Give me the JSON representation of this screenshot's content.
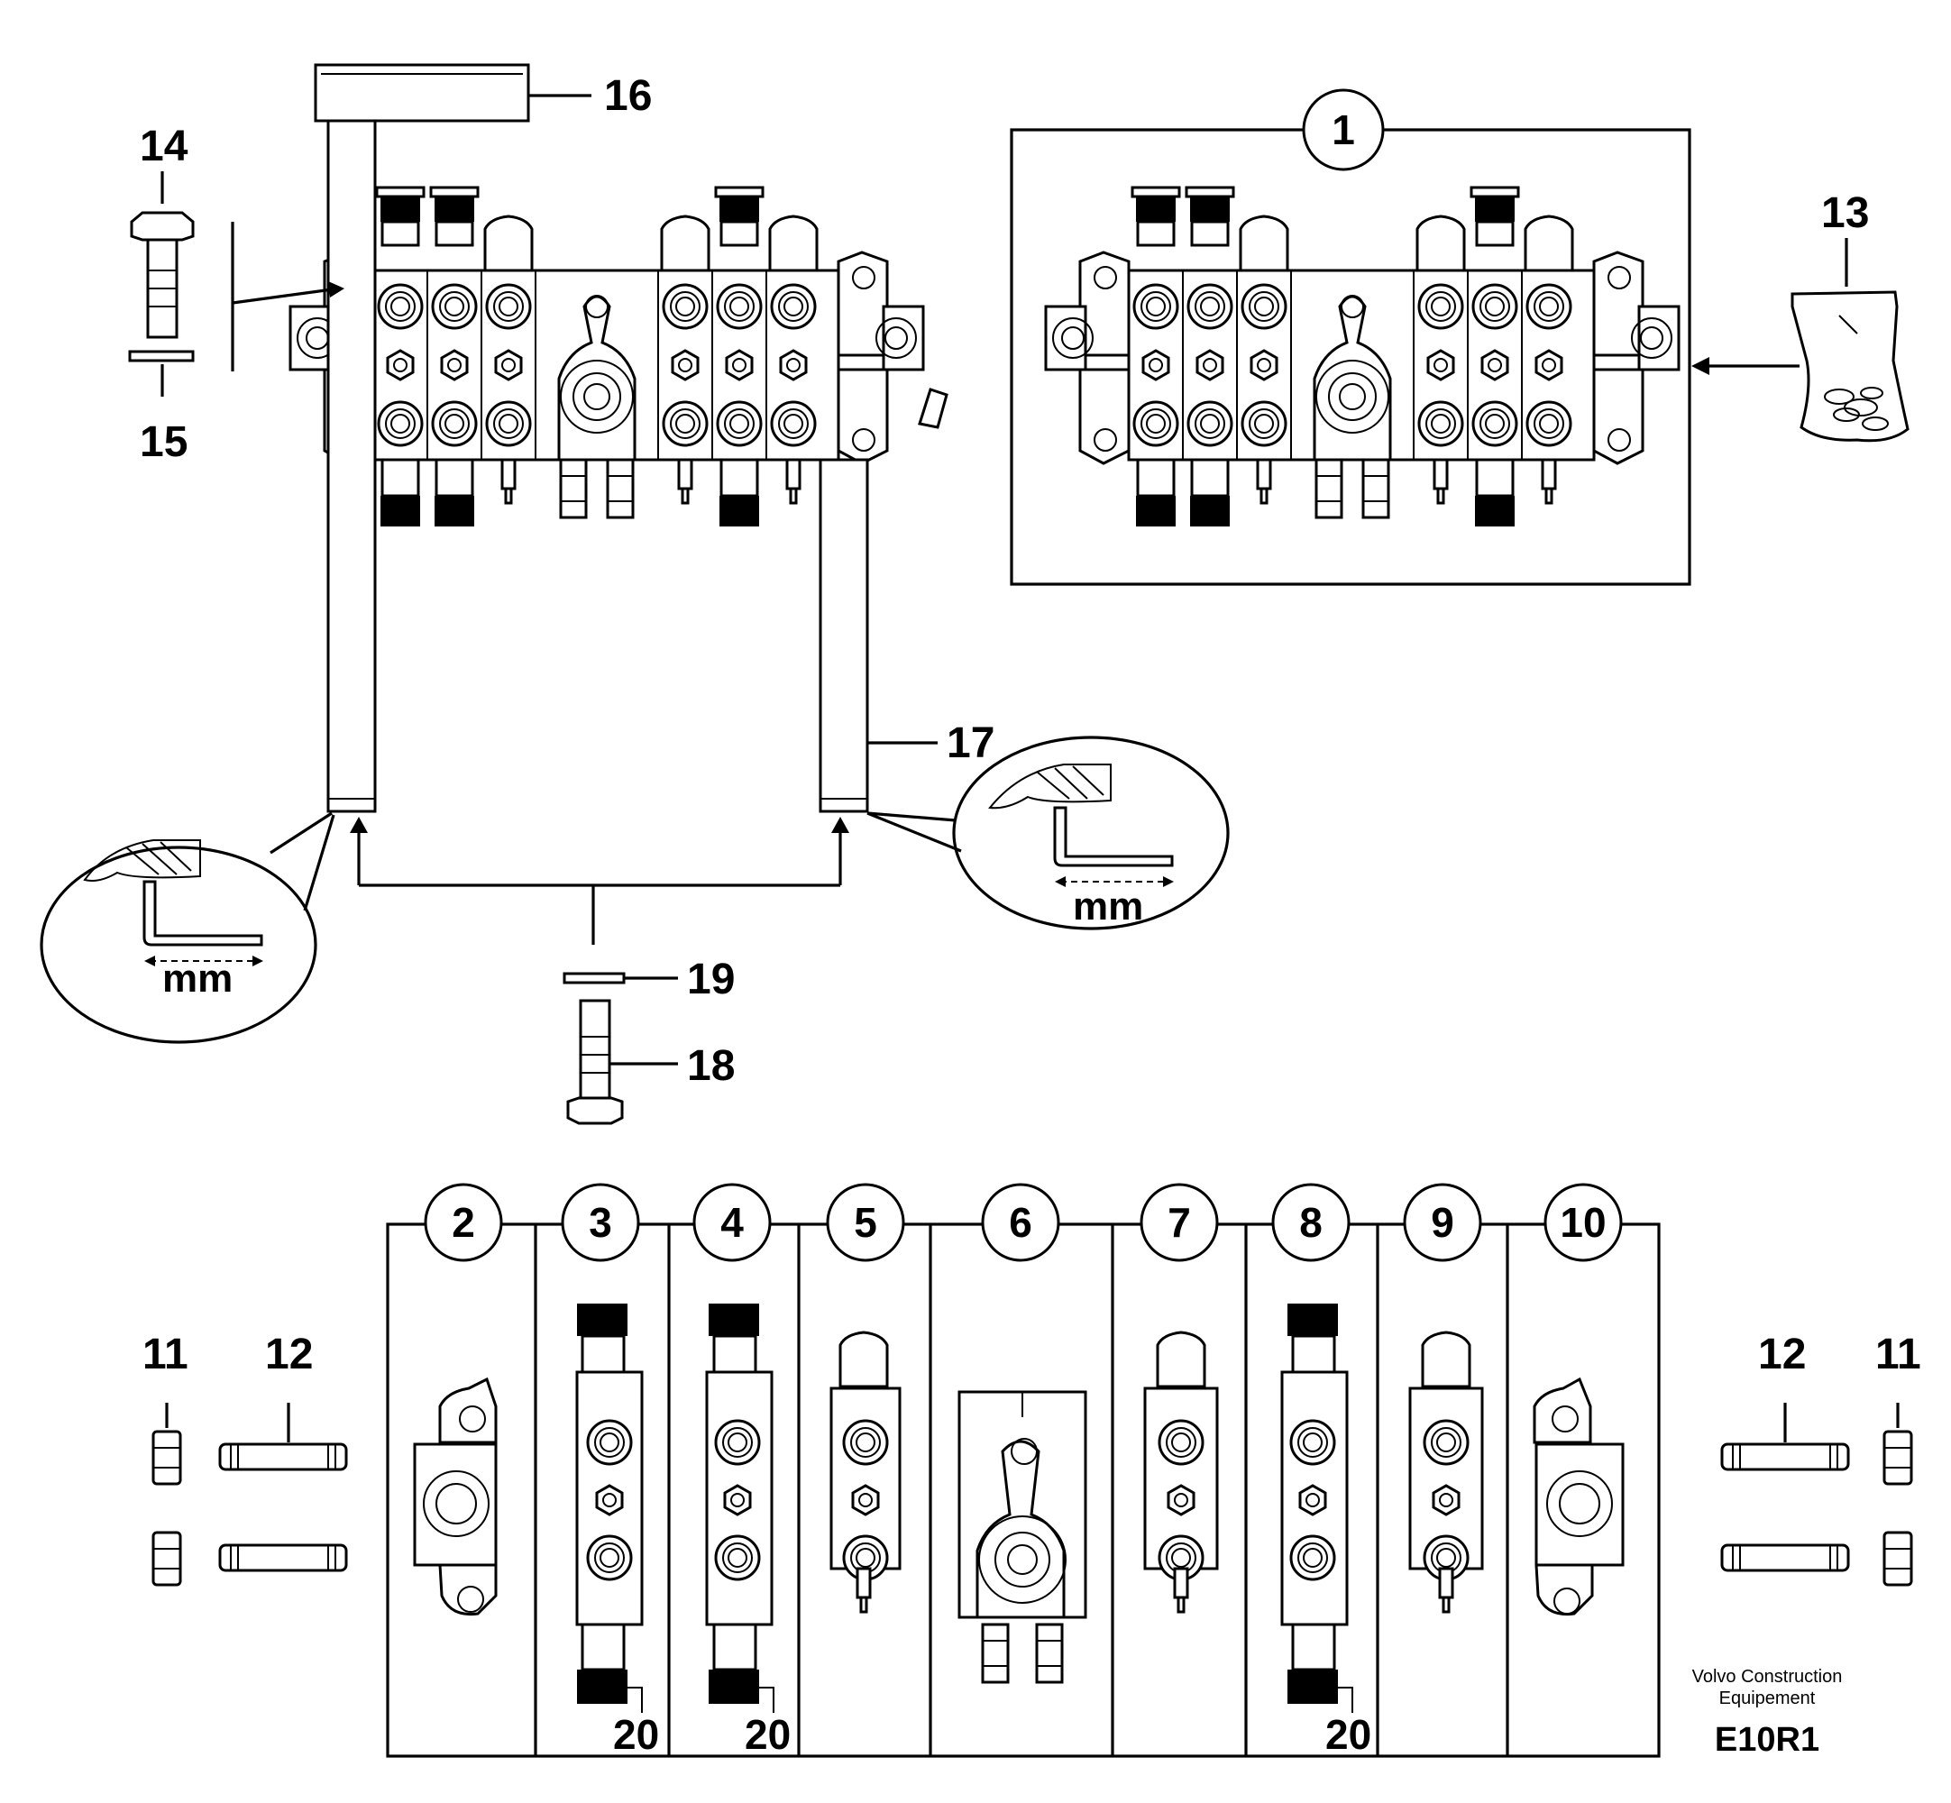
{
  "callouts": {
    "c1": "1",
    "c2": "2",
    "c3": "3",
    "c4": "4",
    "c5": "5",
    "c6": "6",
    "c7": "7",
    "c8": "8",
    "c9": "9",
    "c10": "10",
    "c11a": "11",
    "c11b": "11",
    "c12a": "12",
    "c12b": "12",
    "c13": "13",
    "c14": "14",
    "c15": "15",
    "c16": "16",
    "c17": "17",
    "c18": "18",
    "c19": "19",
    "c20a": "20",
    "c20b": "20",
    "c20c": "20"
  },
  "units": {
    "left": "mm",
    "right": "mm"
  },
  "footer": {
    "company_line1": "Volvo Construction",
    "company_line2": "Equipement",
    "figure_id": "E10R1"
  }
}
